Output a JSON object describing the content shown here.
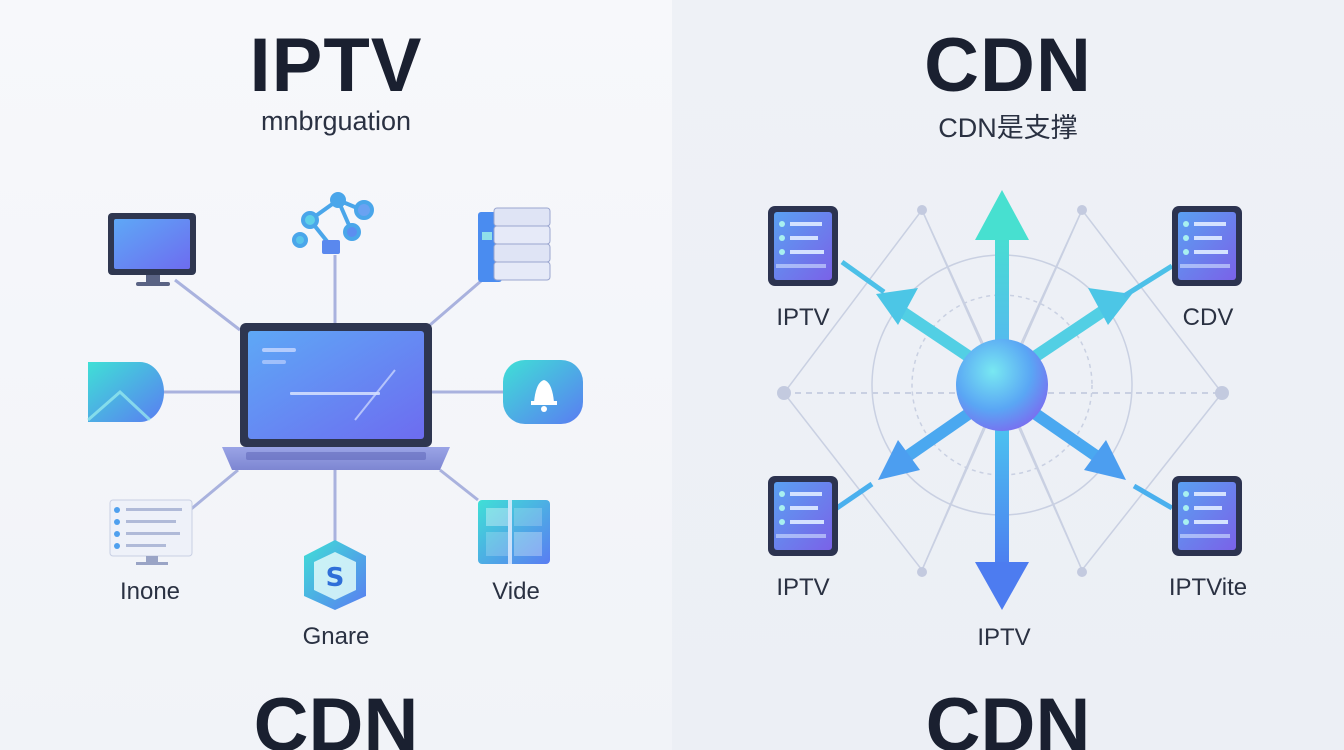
{
  "left_panel": {
    "title": "IPTV",
    "subtitle": "mnbrguation",
    "hub_icon": "laptop-icon",
    "nodes": [
      {
        "icon": "monitor-icon",
        "label": ""
      },
      {
        "icon": "network-icon",
        "label": ""
      },
      {
        "icon": "server-stack-icon",
        "label": ""
      },
      {
        "icon": "envelope-icon",
        "label": ""
      },
      {
        "icon": "bell-icon",
        "label": ""
      },
      {
        "icon": "list-monitor-icon",
        "label": "Inone"
      },
      {
        "icon": "shield-s-icon",
        "label": "Gnare"
      },
      {
        "icon": "grid-window-icon",
        "label": "Vide"
      }
    ],
    "bottom_title": "CDN"
  },
  "right_panel": {
    "title": "CDN",
    "subtitle": "CDN是支撑",
    "hub_icon": "globe-hub-icon",
    "nodes": [
      {
        "icon": "server-list-icon",
        "label": "IPTV"
      },
      {
        "icon": "server-list-icon",
        "label": "CDV"
      },
      {
        "icon": "server-list-icon",
        "label": "IPTV"
      },
      {
        "icon": "server-list-icon",
        "label": "IPTVite"
      },
      {
        "icon": "arrow-down-icon",
        "label": "IPTV"
      }
    ],
    "bottom_title": "CDN"
  },
  "colors": {
    "accent_cyan": "#3fd6d6",
    "accent_blue": "#4d7cf0",
    "accent_purple": "#7b6cf0",
    "line_gray": "#b8c0d8"
  }
}
